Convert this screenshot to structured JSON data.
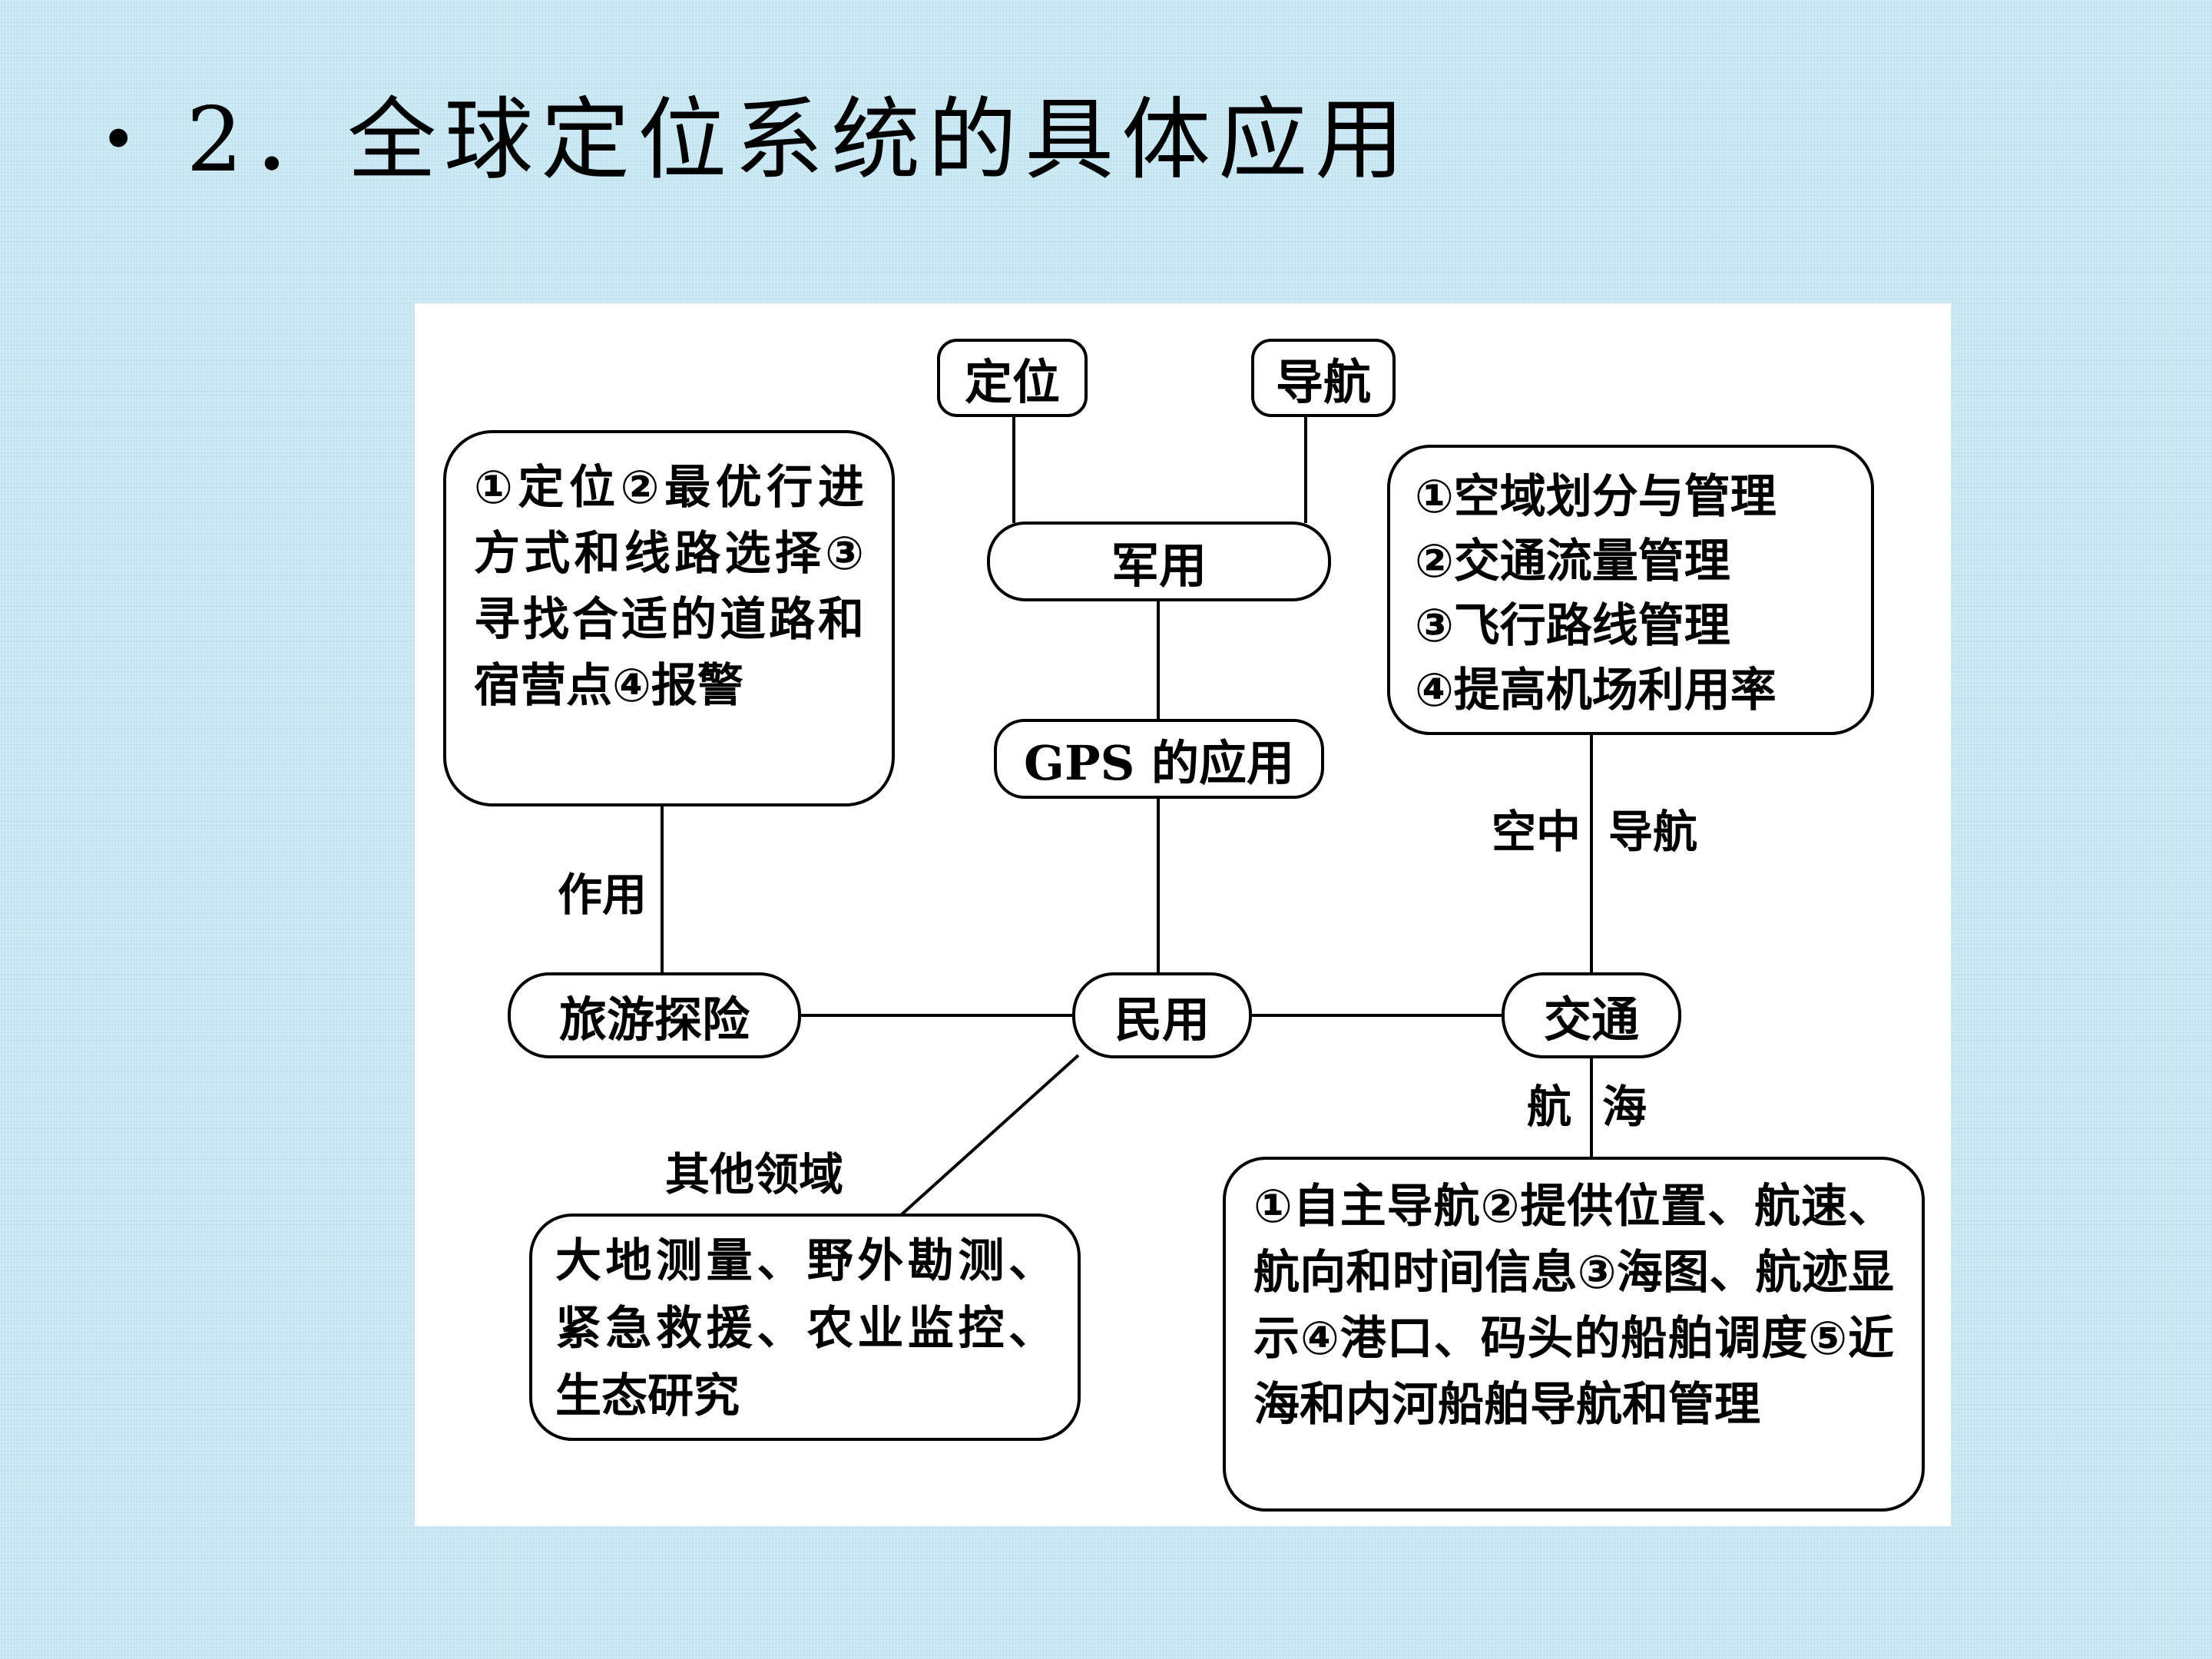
{
  "slide": {
    "bullet": "•",
    "title": "2．全球定位系统的具体应用"
  },
  "diagram": {
    "nodes": {
      "positioning": "定位",
      "navigation": "导航",
      "military": "军用",
      "gps_app": "GPS 的应用",
      "civil": "民用",
      "tourism": "旅游探险",
      "transport": "交通",
      "tourism_detail": "①定位②最优行进方式和线路选择③寻找合适的道路和宿营点④报警",
      "air_detail_lines": [
        "①空域划分与管理",
        "②交通流量管理",
        "③飞行路线管理",
        "④提高机场利用率"
      ],
      "other_fields_detail": "大地测量、野外勘测、紧急救援、农业监控、生态研究",
      "maritime_detail": "①自主导航②提供位置、航速、航向和时间信息③海图、航迹显示④港口、码头的船舶调度⑤近海和内河船舶导航和管理"
    },
    "edge_labels": {
      "function": "作用",
      "air": "空中",
      "air_nav": "导航",
      "sea_left": "航",
      "sea_right": "海",
      "other_fields": "其他领域"
    }
  }
}
